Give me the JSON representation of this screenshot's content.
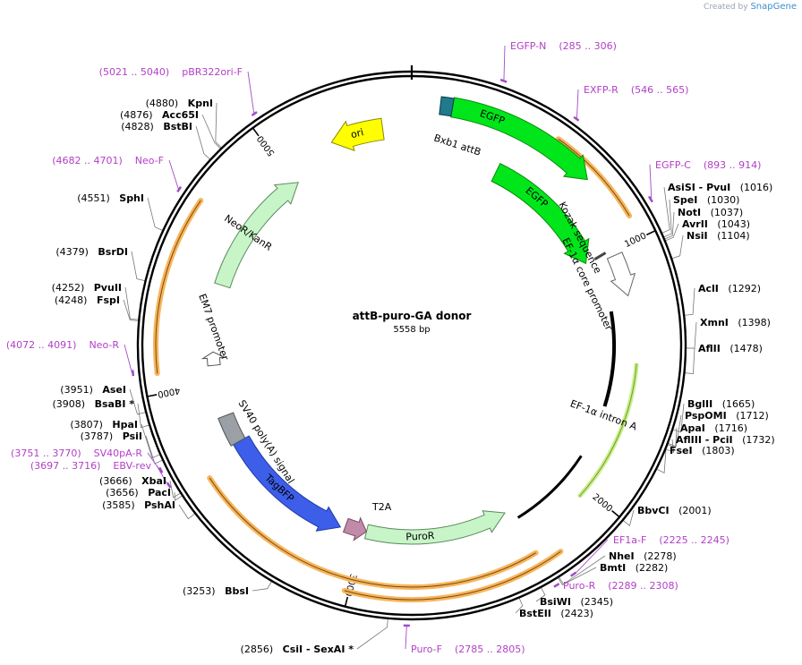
{
  "credit": {
    "prefix": "Created by",
    "brand": "SnapGene"
  },
  "plasmid": {
    "name": "attB-puro-GA donor",
    "length": 5558,
    "length_label": "5558 bp",
    "ticks": [
      "1000",
      "2000",
      "3000",
      "4000",
      "5000"
    ]
  },
  "sites": [
    {
      "name": "AsiSI  -  PvuI",
      "pos": "(1016)"
    },
    {
      "name": "SpeI",
      "pos": "(1030)"
    },
    {
      "name": "NotI",
      "pos": "(1037)"
    },
    {
      "name": "AvrII",
      "pos": "(1043)"
    },
    {
      "name": "NsiI",
      "pos": "(1104)"
    },
    {
      "name": "AclI",
      "pos": "(1292)"
    },
    {
      "name": "XmnI",
      "pos": "(1398)"
    },
    {
      "name": "AflII",
      "pos": "(1478)"
    },
    {
      "name": "BglII",
      "pos": "(1665)"
    },
    {
      "name": "PspOMI",
      "pos": "(1712)"
    },
    {
      "name": "ApaI",
      "pos": "(1716)"
    },
    {
      "name": "AflIII  -  PciI",
      "pos": "(1732)"
    },
    {
      "name": "FseI",
      "pos": "(1803)"
    },
    {
      "name": "BbvCI",
      "pos": "(2001)"
    },
    {
      "name": "NheI",
      "pos": "(2278)"
    },
    {
      "name": "BmtI",
      "pos": "(2282)"
    },
    {
      "name": "BsiWI",
      "pos": "(2345)"
    },
    {
      "name": "BstEII",
      "pos": "(2423)"
    },
    {
      "name": "CsiI  -  SexAI *",
      "pos": "(2856)"
    },
    {
      "name": "BbsI",
      "pos": "(3253)"
    },
    {
      "name": "PshAI",
      "pos": "(3585)"
    },
    {
      "name": "PacI",
      "pos": "(3656)"
    },
    {
      "name": "XbaI",
      "pos": "(3666)"
    },
    {
      "name": "PsiI",
      "pos": "(3787)"
    },
    {
      "name": "HpaI",
      "pos": "(3807)"
    },
    {
      "name": "BsaBI *",
      "pos": "(3908)"
    },
    {
      "name": "AseI",
      "pos": "(3951)"
    },
    {
      "name": "FspI",
      "pos": "(4248)"
    },
    {
      "name": "PvuII",
      "pos": "(4252)"
    },
    {
      "name": "BsrDI",
      "pos": "(4379)"
    },
    {
      "name": "SphI",
      "pos": "(4551)"
    },
    {
      "name": "BstBI",
      "pos": "(4828)"
    },
    {
      "name": "Acc65I",
      "pos": "(4876)"
    },
    {
      "name": "KpnI",
      "pos": "(4880)"
    }
  ],
  "primers": [
    {
      "name": "EGFP-N",
      "range": "(285 .. 306)"
    },
    {
      "name": "EXFP-R",
      "range": "(546 .. 565)"
    },
    {
      "name": "EGFP-C",
      "range": "(893 .. 914)"
    },
    {
      "name": "EF1a-F",
      "range": "(2225 .. 2245)"
    },
    {
      "name": "Puro-R",
      "range": "(2289 .. 2308)"
    },
    {
      "name": "Puro-F",
      "range": "(2785 .. 2805)"
    },
    {
      "name": "EBV-rev",
      "range": "(3697 .. 3716)"
    },
    {
      "name": "SV40pA-R",
      "range": "(3751 .. 3770)"
    },
    {
      "name": "Neo-R",
      "range": "(4072 .. 4091)"
    },
    {
      "name": "Neo-F",
      "range": "(4682 .. 4701)"
    },
    {
      "name": "pBR322ori-F",
      "range": "(5021 .. 5040)"
    }
  ],
  "features": {
    "ori": "ori",
    "bxb1": "Bxb1 attB",
    "egfp_outer": "EGFP",
    "egfp_inner": "EGFP",
    "kozak": "Kozak sequence",
    "ef1a_core": "EF-1α core promoter",
    "ef1a_intron": "EF-1α intron A",
    "puror": "PuroR",
    "t2a": "T2A",
    "tagbfp": "TagBFP",
    "sv40": "SV40 poly(A) signal",
    "em7": "EM7 promoter",
    "neokan": "NeoR/KanR"
  },
  "colors": {
    "yellow": "#ffff00",
    "green": "#00e61a",
    "lightgreen": "#c8f5c8",
    "blue": "#3d5ee8",
    "gray": "#9aa0a6",
    "mauve": "#c08aa8",
    "teal": "#1f7a8c",
    "orange": "#f7b55b",
    "olive": "#7a9a2e",
    "primer": "#a14cc9"
  }
}
